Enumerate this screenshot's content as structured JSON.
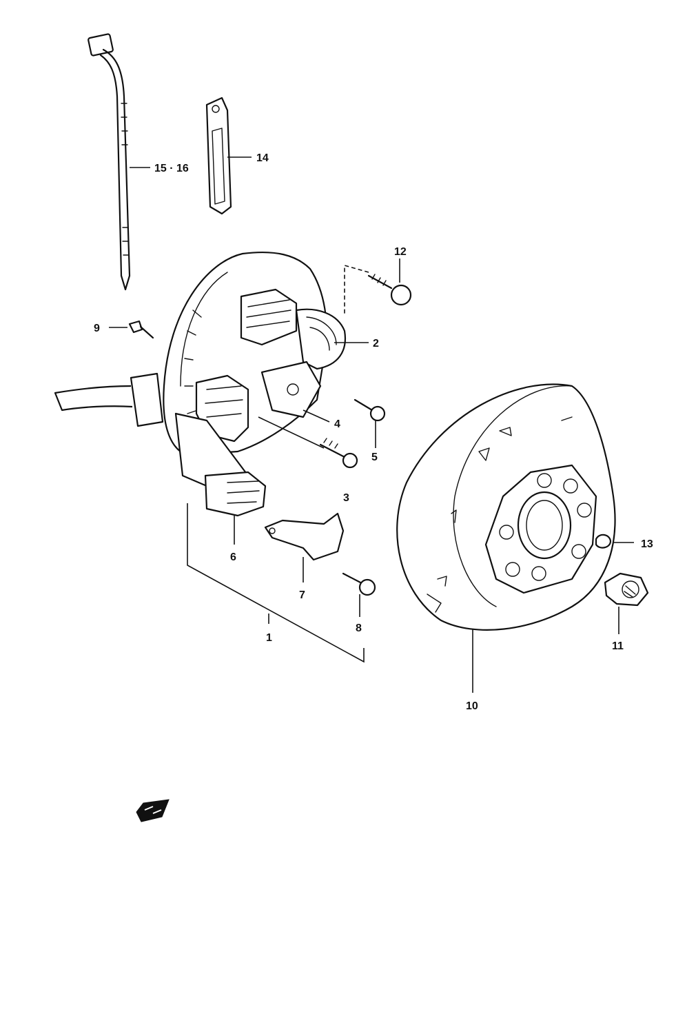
{
  "callouts": {
    "c1": "1",
    "c2": "2",
    "c3": "3",
    "c4": "4",
    "c5": "5",
    "c6": "6",
    "c7": "7",
    "c8": "8",
    "c9": "9",
    "c10": "10",
    "c11": "11",
    "c12": "12",
    "c13": "13",
    "c14": "14",
    "c15_16": "15 · 16"
  },
  "parts": [
    {
      "id": "cable-tie",
      "icon": "cable-tie-icon"
    },
    {
      "id": "clamp",
      "icon": "clamp-icon"
    },
    {
      "id": "stator-assembly",
      "icon": "stator-icon"
    },
    {
      "id": "flywheel-rotor",
      "icon": "rotor-icon"
    },
    {
      "id": "nut",
      "icon": "nut-icon"
    },
    {
      "id": "woodruff-key",
      "icon": "key-icon"
    }
  ]
}
